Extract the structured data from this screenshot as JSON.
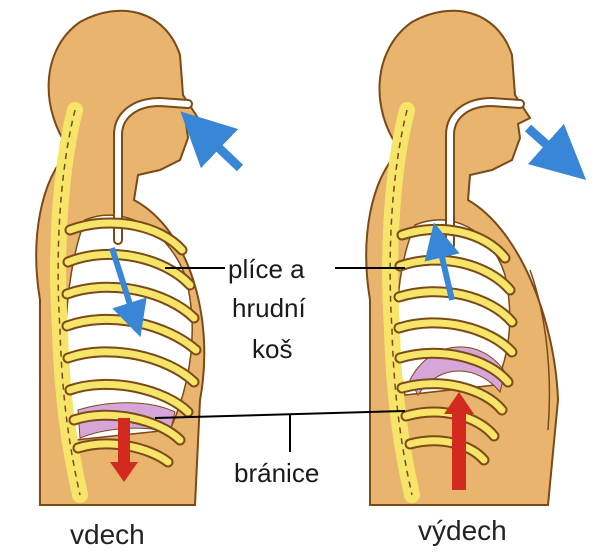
{
  "labels": {
    "lungs_line1": "plíce a",
    "lungs_line2": "hrudní",
    "lungs_line3": "koš",
    "diaphragm": "bránice"
  },
  "captions": {
    "left": "vdech",
    "right": "výdech"
  },
  "colors": {
    "body_fill": "#e9b46e",
    "body_outline": "#7a4a17",
    "airway": "#ffffff",
    "rib_fill": "#f7e56a",
    "lung": "#ffffff",
    "diaphragm": "#d6a6d8",
    "air_arrow": "#3a86d6",
    "diaphragm_arrow": "#d22a1e",
    "leader_line": "#000000"
  },
  "icons": {
    "air_in": "arrow-into-mouth",
    "air_out": "arrow-out-of-mouth",
    "diaphragm_down": "red-arrow-down",
    "diaphragm_up": "red-arrow-up"
  }
}
